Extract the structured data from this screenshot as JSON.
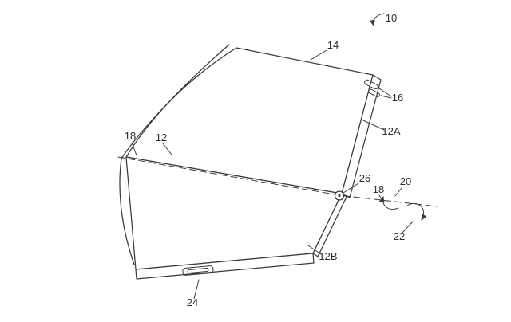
{
  "diagram": {
    "type": "patent-line-drawing",
    "background": "#ffffff",
    "stroke_color": "#3a3a3a",
    "label_color": "#2e2e2e",
    "labels": {
      "l10": "10",
      "l14": "14",
      "l16": "16",
      "l12A": "12A",
      "l18_left": "18",
      "l12": "12",
      "l26": "26",
      "l18_right": "18",
      "l20": "20",
      "l22": "22",
      "l12B": "12B",
      "l24": "24"
    }
  }
}
